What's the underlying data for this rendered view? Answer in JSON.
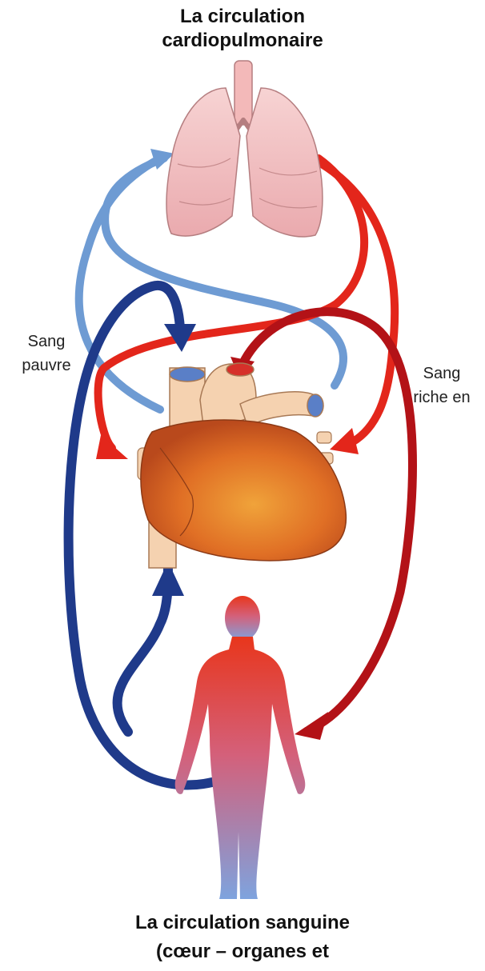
{
  "top_title": {
    "line1": "La circulation",
    "line2": "cardiopulmonaire"
  },
  "left_label": {
    "line1": "Sang",
    "line2": "pauvre"
  },
  "right_label": {
    "line1": "Sang",
    "line2": "riche en"
  },
  "bottom_title": {
    "line1": "La circulation sanguine",
    "line2": "(cœur – organes et"
  },
  "colors": {
    "oxygen_poor_light": "#6e9bd3",
    "oxygen_poor_dark": "#1f3a8a",
    "oxygen_rich_light": "#e3261b",
    "oxygen_rich_dark": "#b31217",
    "lungs": "#f4c3c4",
    "heart": "#e07a2e",
    "vessels": "#f5d2b0"
  },
  "icons": [
    "lungs-icon",
    "heart-icon",
    "human-body-icon"
  ]
}
